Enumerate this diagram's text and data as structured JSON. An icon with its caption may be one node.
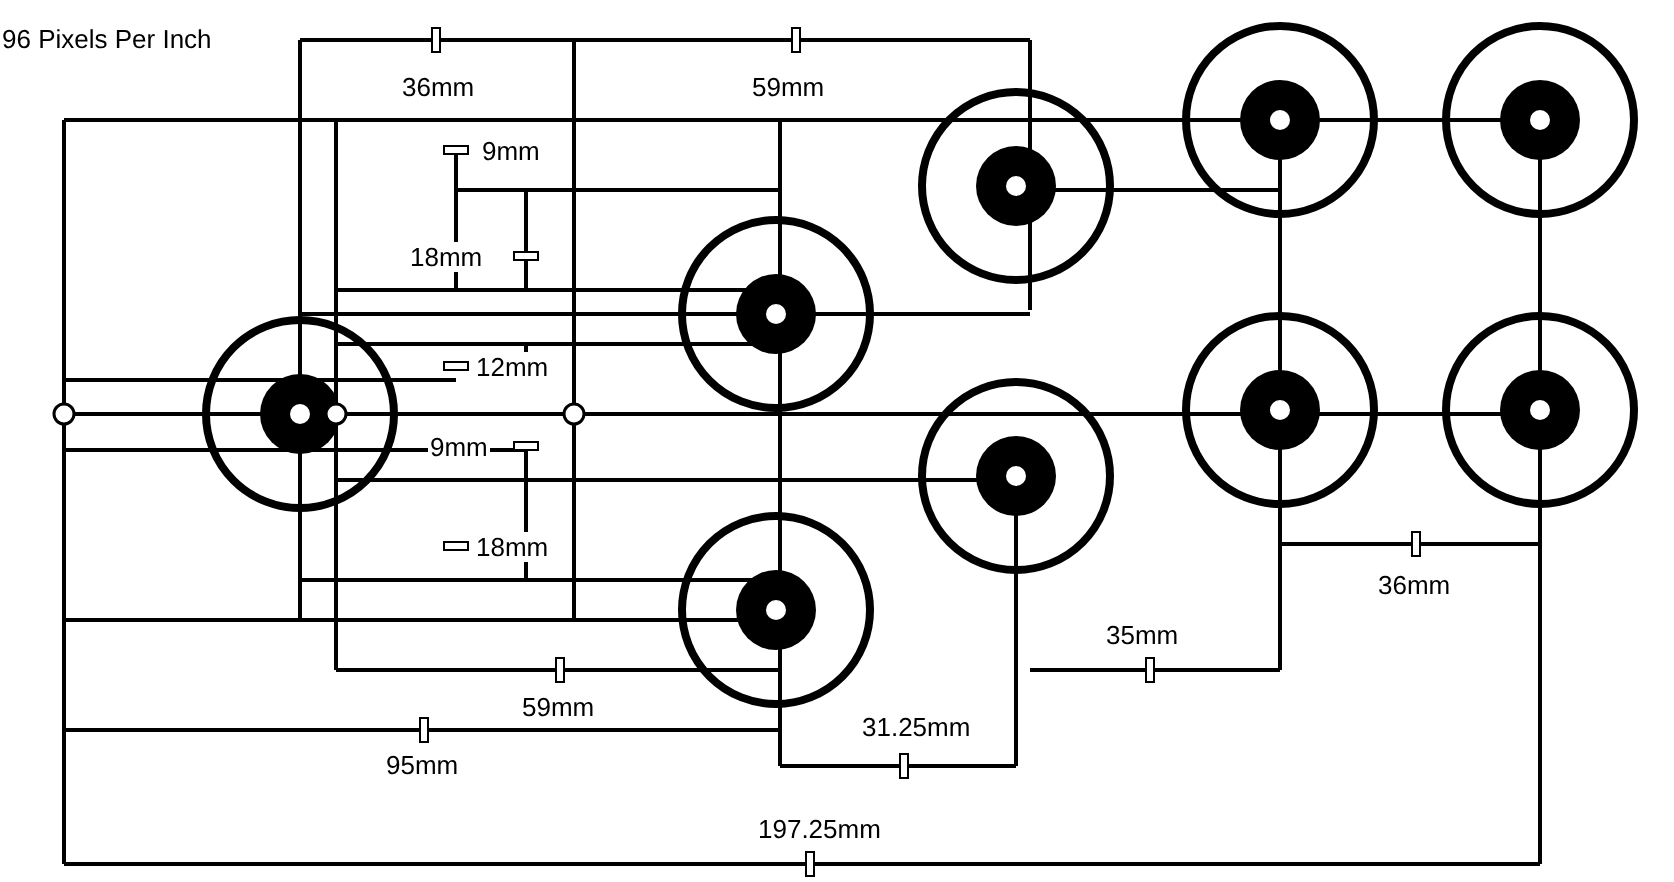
{
  "diagram": {
    "labels": [
      "96 Pixels Per Inch",
      "36mm",
      "59mm",
      "9mm",
      "18mm",
      "12mm",
      "9mm",
      "18mm",
      "36mm",
      "35mm",
      "59mm",
      "31.25mm",
      "95mm",
      "197.25mm"
    ]
  }
}
